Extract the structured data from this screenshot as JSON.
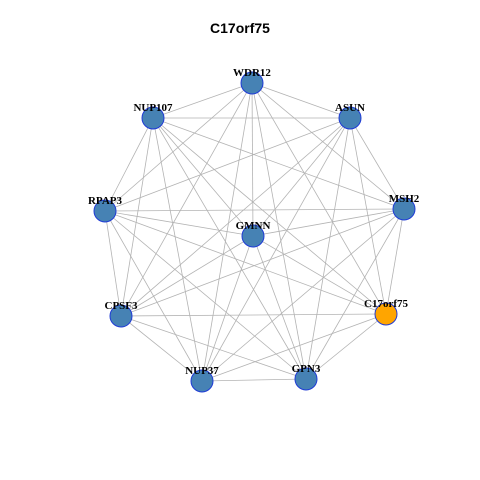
{
  "graph": {
    "title": "C17orf75",
    "colors": {
      "default_node": "#4682b4",
      "focus_node": "#ffa500",
      "node_border": "#1f3bd6",
      "edge": "#b3b3b3"
    },
    "nodes": [
      {
        "id": "WDR12",
        "label": "WDR12",
        "focus": false
      },
      {
        "id": "NUP107",
        "label": "NUP107",
        "focus": false
      },
      {
        "id": "ASUN",
        "label": "ASUN",
        "focus": false
      },
      {
        "id": "RPAP3",
        "label": "RPAP3",
        "focus": false
      },
      {
        "id": "MSH2",
        "label": "MSH2",
        "focus": false
      },
      {
        "id": "GMNN",
        "label": "GMNN",
        "focus": false
      },
      {
        "id": "C17orf75",
        "label": "C17orf75",
        "focus": true
      },
      {
        "id": "CPSF3",
        "label": "CPSF3",
        "focus": false
      },
      {
        "id": "NUP37",
        "label": "NUP37",
        "focus": false
      },
      {
        "id": "GPN3",
        "label": "GPN3",
        "focus": false
      }
    ],
    "edges": [
      [
        "WDR12",
        "NUP107"
      ],
      [
        "WDR12",
        "ASUN"
      ],
      [
        "WDR12",
        "RPAP3"
      ],
      [
        "WDR12",
        "MSH2"
      ],
      [
        "WDR12",
        "GMNN"
      ],
      [
        "WDR12",
        "C17orf75"
      ],
      [
        "WDR12",
        "CPSF3"
      ],
      [
        "WDR12",
        "NUP37"
      ],
      [
        "WDR12",
        "GPN3"
      ],
      [
        "NUP107",
        "ASUN"
      ],
      [
        "NUP107",
        "RPAP3"
      ],
      [
        "NUP107",
        "MSH2"
      ],
      [
        "NUP107",
        "GMNN"
      ],
      [
        "NUP107",
        "C17orf75"
      ],
      [
        "NUP107",
        "CPSF3"
      ],
      [
        "NUP107",
        "NUP37"
      ],
      [
        "NUP107",
        "GPN3"
      ],
      [
        "ASUN",
        "RPAP3"
      ],
      [
        "ASUN",
        "MSH2"
      ],
      [
        "ASUN",
        "GMNN"
      ],
      [
        "ASUN",
        "C17orf75"
      ],
      [
        "ASUN",
        "CPSF3"
      ],
      [
        "ASUN",
        "NUP37"
      ],
      [
        "ASUN",
        "GPN3"
      ],
      [
        "RPAP3",
        "MSH2"
      ],
      [
        "RPAP3",
        "GMNN"
      ],
      [
        "RPAP3",
        "C17orf75"
      ],
      [
        "RPAP3",
        "CPSF3"
      ],
      [
        "RPAP3",
        "NUP37"
      ],
      [
        "RPAP3",
        "GPN3"
      ],
      [
        "MSH2",
        "GMNN"
      ],
      [
        "MSH2",
        "C17orf75"
      ],
      [
        "MSH2",
        "CPSF3"
      ],
      [
        "MSH2",
        "NUP37"
      ],
      [
        "MSH2",
        "GPN3"
      ],
      [
        "GMNN",
        "C17orf75"
      ],
      [
        "GMNN",
        "CPSF3"
      ],
      [
        "GMNN",
        "NUP37"
      ],
      [
        "GMNN",
        "GPN3"
      ],
      [
        "C17orf75",
        "CPSF3"
      ],
      [
        "C17orf75",
        "NUP37"
      ],
      [
        "C17orf75",
        "GPN3"
      ],
      [
        "CPSF3",
        "NUP37"
      ],
      [
        "CPSF3",
        "GPN3"
      ],
      [
        "NUP37",
        "GPN3"
      ]
    ]
  }
}
